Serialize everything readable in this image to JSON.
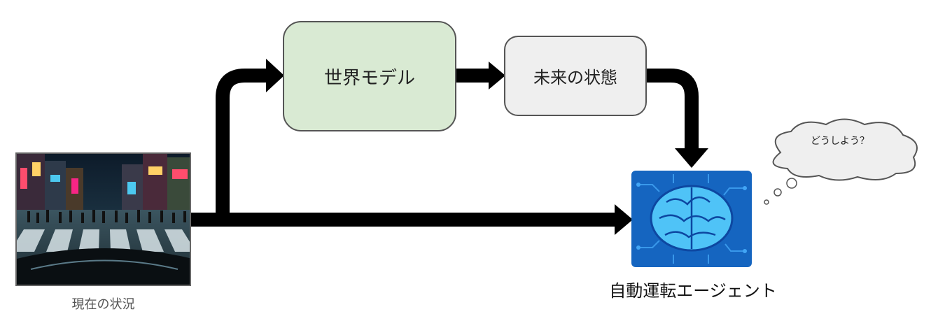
{
  "nodes": {
    "world_model": "世界モデル",
    "future_state": "未来の状態",
    "current_situation": "現在の状況",
    "agent": "自動運転エージェント",
    "thought": "どうしよう？"
  },
  "colors": {
    "world_model_fill": "#d9ead3",
    "future_state_fill": "#efefef",
    "arrow": "#000000",
    "brain_bg": "#1565c0",
    "brain": "#4fc3f7"
  },
  "icons": [
    "street-photo-icon",
    "brain-circuit-icon",
    "thought-bubble-icon"
  ]
}
